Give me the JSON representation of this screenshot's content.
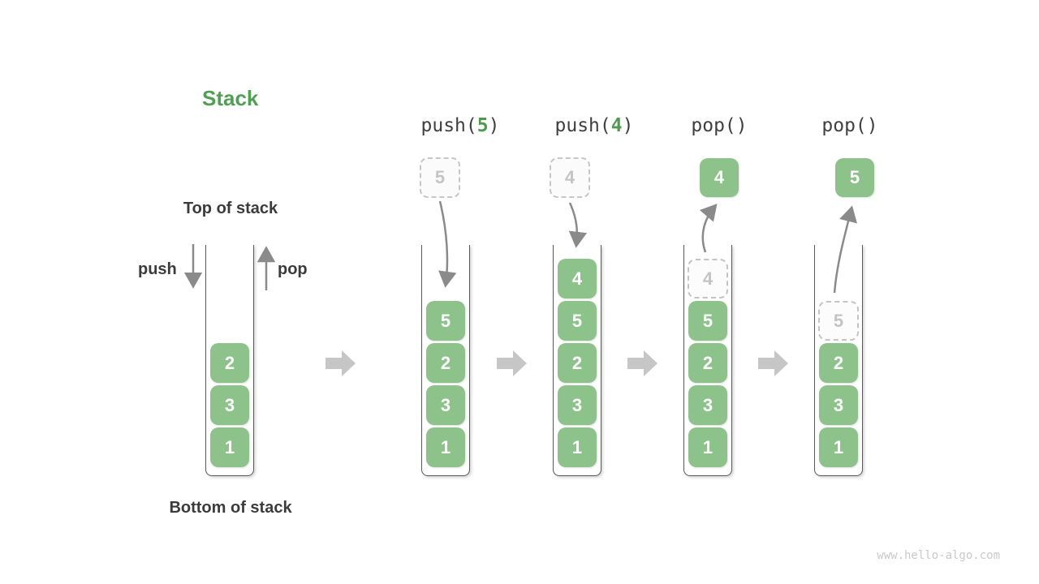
{
  "title": "Stack",
  "labels": {
    "top_of_stack": "Top of stack",
    "bottom_of_stack": "Bottom of stack",
    "push": "push",
    "pop": "pop"
  },
  "operations": [
    {
      "prefix": "push(",
      "arg": "5",
      "suffix": ")"
    },
    {
      "prefix": "push(",
      "arg": "4",
      "suffix": ")"
    },
    {
      "prefix": "pop(",
      "arg": "",
      "suffix": ")"
    },
    {
      "prefix": "pop(",
      "arg": "",
      "suffix": ")"
    }
  ],
  "stacks": [
    {
      "cells": [
        "2",
        "3",
        "1"
      ]
    },
    {
      "incoming": "5",
      "cells": [
        "5",
        "2",
        "3",
        "1"
      ]
    },
    {
      "incoming": "4",
      "cells": [
        "4",
        "5",
        "2",
        "3",
        "1"
      ]
    },
    {
      "popped": "4",
      "ghost": "4",
      "cells": [
        "5",
        "2",
        "3",
        "1"
      ]
    },
    {
      "popped": "5",
      "ghost": "5",
      "cells": [
        "2",
        "3",
        "1"
      ]
    }
  ],
  "watermark": "www.hello-algo.com",
  "colors": {
    "cell_green": "#8DC38B",
    "accent_green": "#4FA053",
    "dark_text": "#3B3B3B",
    "operation_text": "#3F3F3F",
    "thin_arrow_gray": "#8A8A8A",
    "block_arrow_gray": "#C6C6C6",
    "ghost_gray": "#C4C4C4",
    "wall_gray": "#585858",
    "watermark_gray": "#C9C9C9"
  }
}
